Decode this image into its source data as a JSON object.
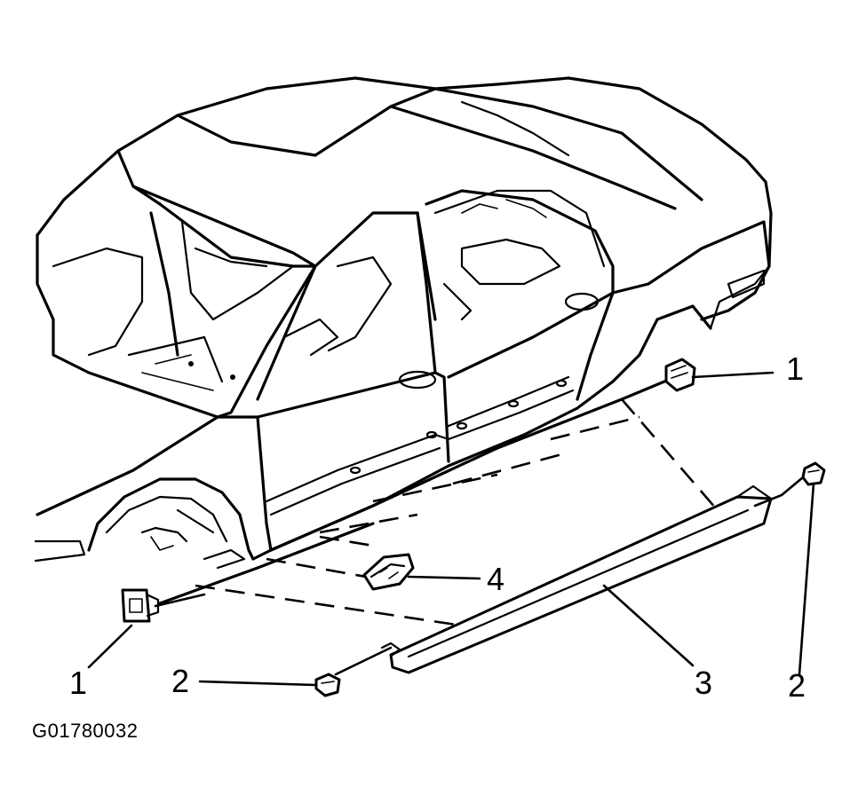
{
  "callouts": {
    "c1_right": "1",
    "c1_left": "1",
    "c2_bottom": "2",
    "c2_right": "2",
    "c3": "3",
    "c4": "4"
  },
  "figure_id": "G01780032",
  "icons": [
    "car-body-illustration",
    "retainer-clip",
    "push-pin-fastener",
    "rocker-molding",
    "sill-bracket"
  ],
  "colors": {
    "ink": "#000000",
    "paper": "#ffffff"
  }
}
